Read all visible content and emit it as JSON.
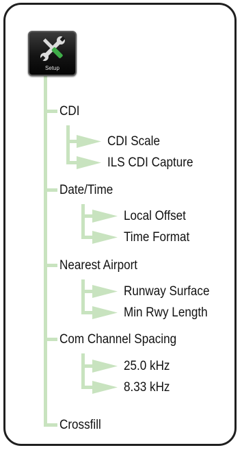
{
  "setup_button": {
    "label": "Setup",
    "icon": "wrench-screwdriver-icon"
  },
  "menu": {
    "items": [
      {
        "label": "CDI",
        "children": [
          {
            "label": "CDI Scale"
          },
          {
            "label": "ILS CDI Capture"
          }
        ]
      },
      {
        "label": "Date/Time",
        "children": [
          {
            "label": "Local Offset"
          },
          {
            "label": "Time Format"
          }
        ]
      },
      {
        "label": "Nearest Airport",
        "children": [
          {
            "label": "Runway Surface"
          },
          {
            "label": "Min Rwy Length"
          }
        ]
      },
      {
        "label": "Com Channel Spacing",
        "children": [
          {
            "label": "25.0 kHz"
          },
          {
            "label": "8.33 kHz"
          }
        ]
      },
      {
        "label": "Crossfill",
        "children": []
      }
    ]
  },
  "colors": {
    "connector": "#c8e3bf",
    "frame_border": "#1f1f1f",
    "text": "#111111"
  }
}
